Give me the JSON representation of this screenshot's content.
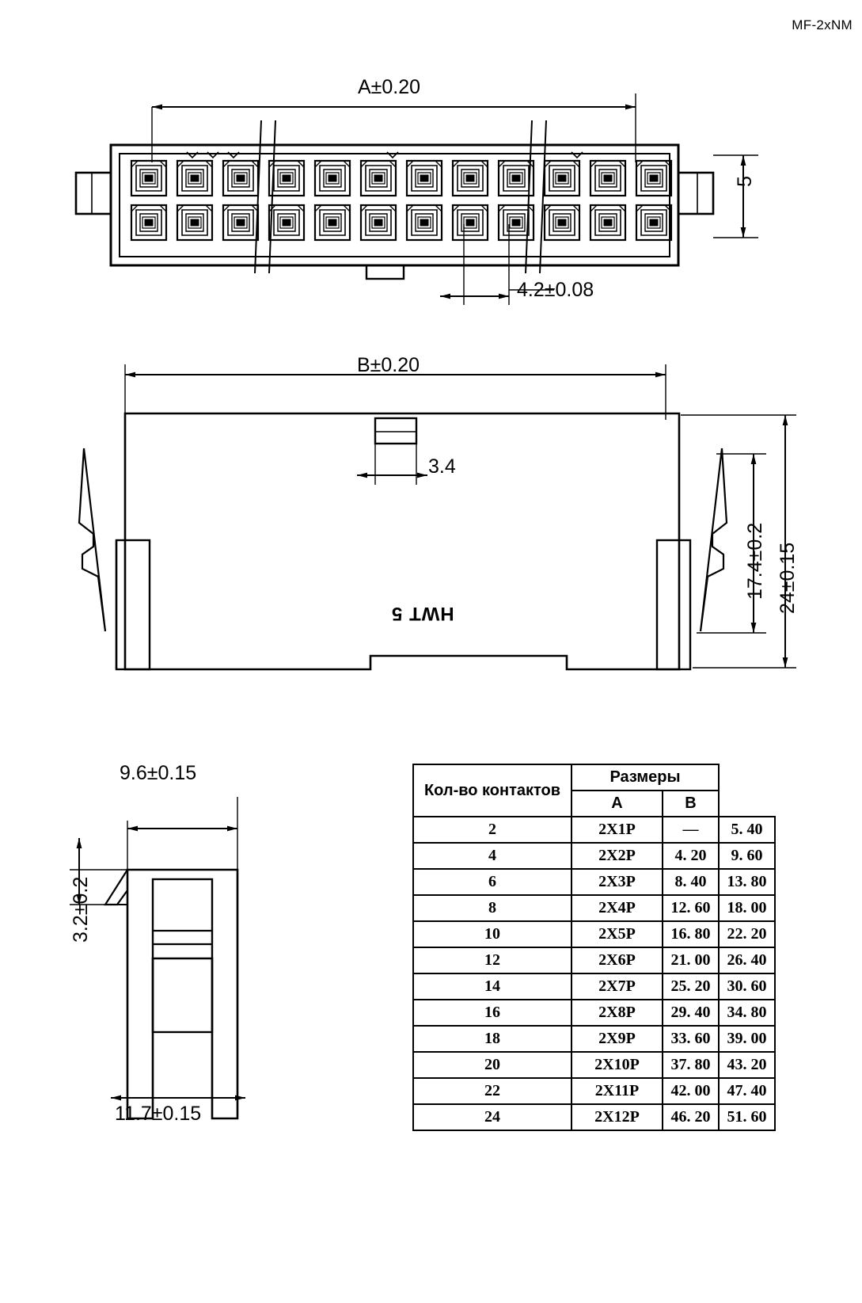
{
  "drawing": {
    "part_reference": "MF-2xNM",
    "marking_text": "HWT 5"
  },
  "views": {
    "top_view": {
      "dim_overall": "A±0.20",
      "dim_pitch": "4.2±0.08",
      "dim_height": "5"
    },
    "front_view": {
      "dim_overall": "B±0.20",
      "dim_tab": "3.4",
      "dim_inner_height": "17.4±0.2",
      "dim_outer_height": "24±0.15"
    },
    "side_view": {
      "dim_width_top": "9.6±0.15",
      "dim_width_bottom": "11.7±0.15",
      "dim_latch_height": "3.2±0.2"
    }
  },
  "table": {
    "header_qty": "Кол-во контактов",
    "header_dims": "Размеры",
    "header_a": "A",
    "header_b": "B",
    "rows": [
      {
        "qty": "2",
        "config": "2X1P",
        "a": "—",
        "b": "5. 40"
      },
      {
        "qty": "4",
        "config": "2X2P",
        "a": "4. 20",
        "b": "9. 60"
      },
      {
        "qty": "6",
        "config": "2X3P",
        "a": "8. 40",
        "b": "13. 80"
      },
      {
        "qty": "8",
        "config": "2X4P",
        "a": "12. 60",
        "b": "18. 00"
      },
      {
        "qty": "10",
        "config": "2X5P",
        "a": "16. 80",
        "b": "22. 20"
      },
      {
        "qty": "12",
        "config": "2X6P",
        "a": "21. 00",
        "b": "26. 40"
      },
      {
        "qty": "14",
        "config": "2X7P",
        "a": "25. 20",
        "b": "30. 60"
      },
      {
        "qty": "16",
        "config": "2X8P",
        "a": "29. 40",
        "b": "34. 80"
      },
      {
        "qty": "18",
        "config": "2X9P",
        "a": "33. 60",
        "b": "39. 00"
      },
      {
        "qty": "20",
        "config": "2X10P",
        "a": "37. 80",
        "b": "43. 20"
      },
      {
        "qty": "22",
        "config": "2X11P",
        "a": "42. 00",
        "b": "47. 40"
      },
      {
        "qty": "24",
        "config": "2X12P",
        "a": "46. 20",
        "b": "51. 60"
      }
    ]
  },
  "colors": {
    "line": "#000000",
    "background": "#ffffff"
  }
}
